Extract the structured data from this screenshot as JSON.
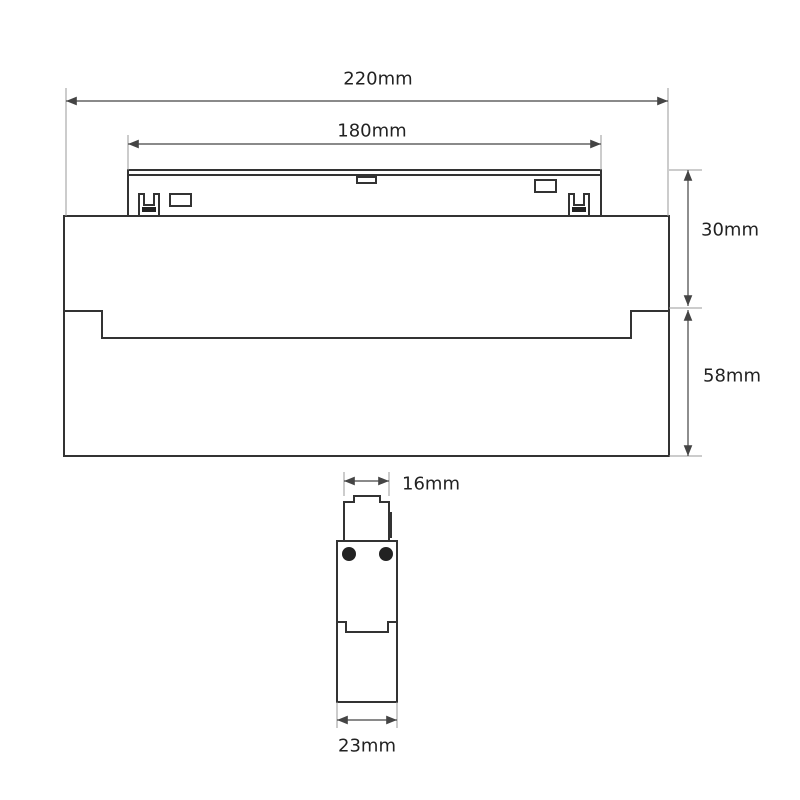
{
  "dimensions": {
    "overall_length": "220mm",
    "bracket_length": "180mm",
    "bracket_height": "30mm",
    "body_height": "58mm",
    "connector_width": "16mm",
    "body_width": "23mm"
  },
  "colors": {
    "line": "#333333",
    "dimension": "#444444"
  }
}
